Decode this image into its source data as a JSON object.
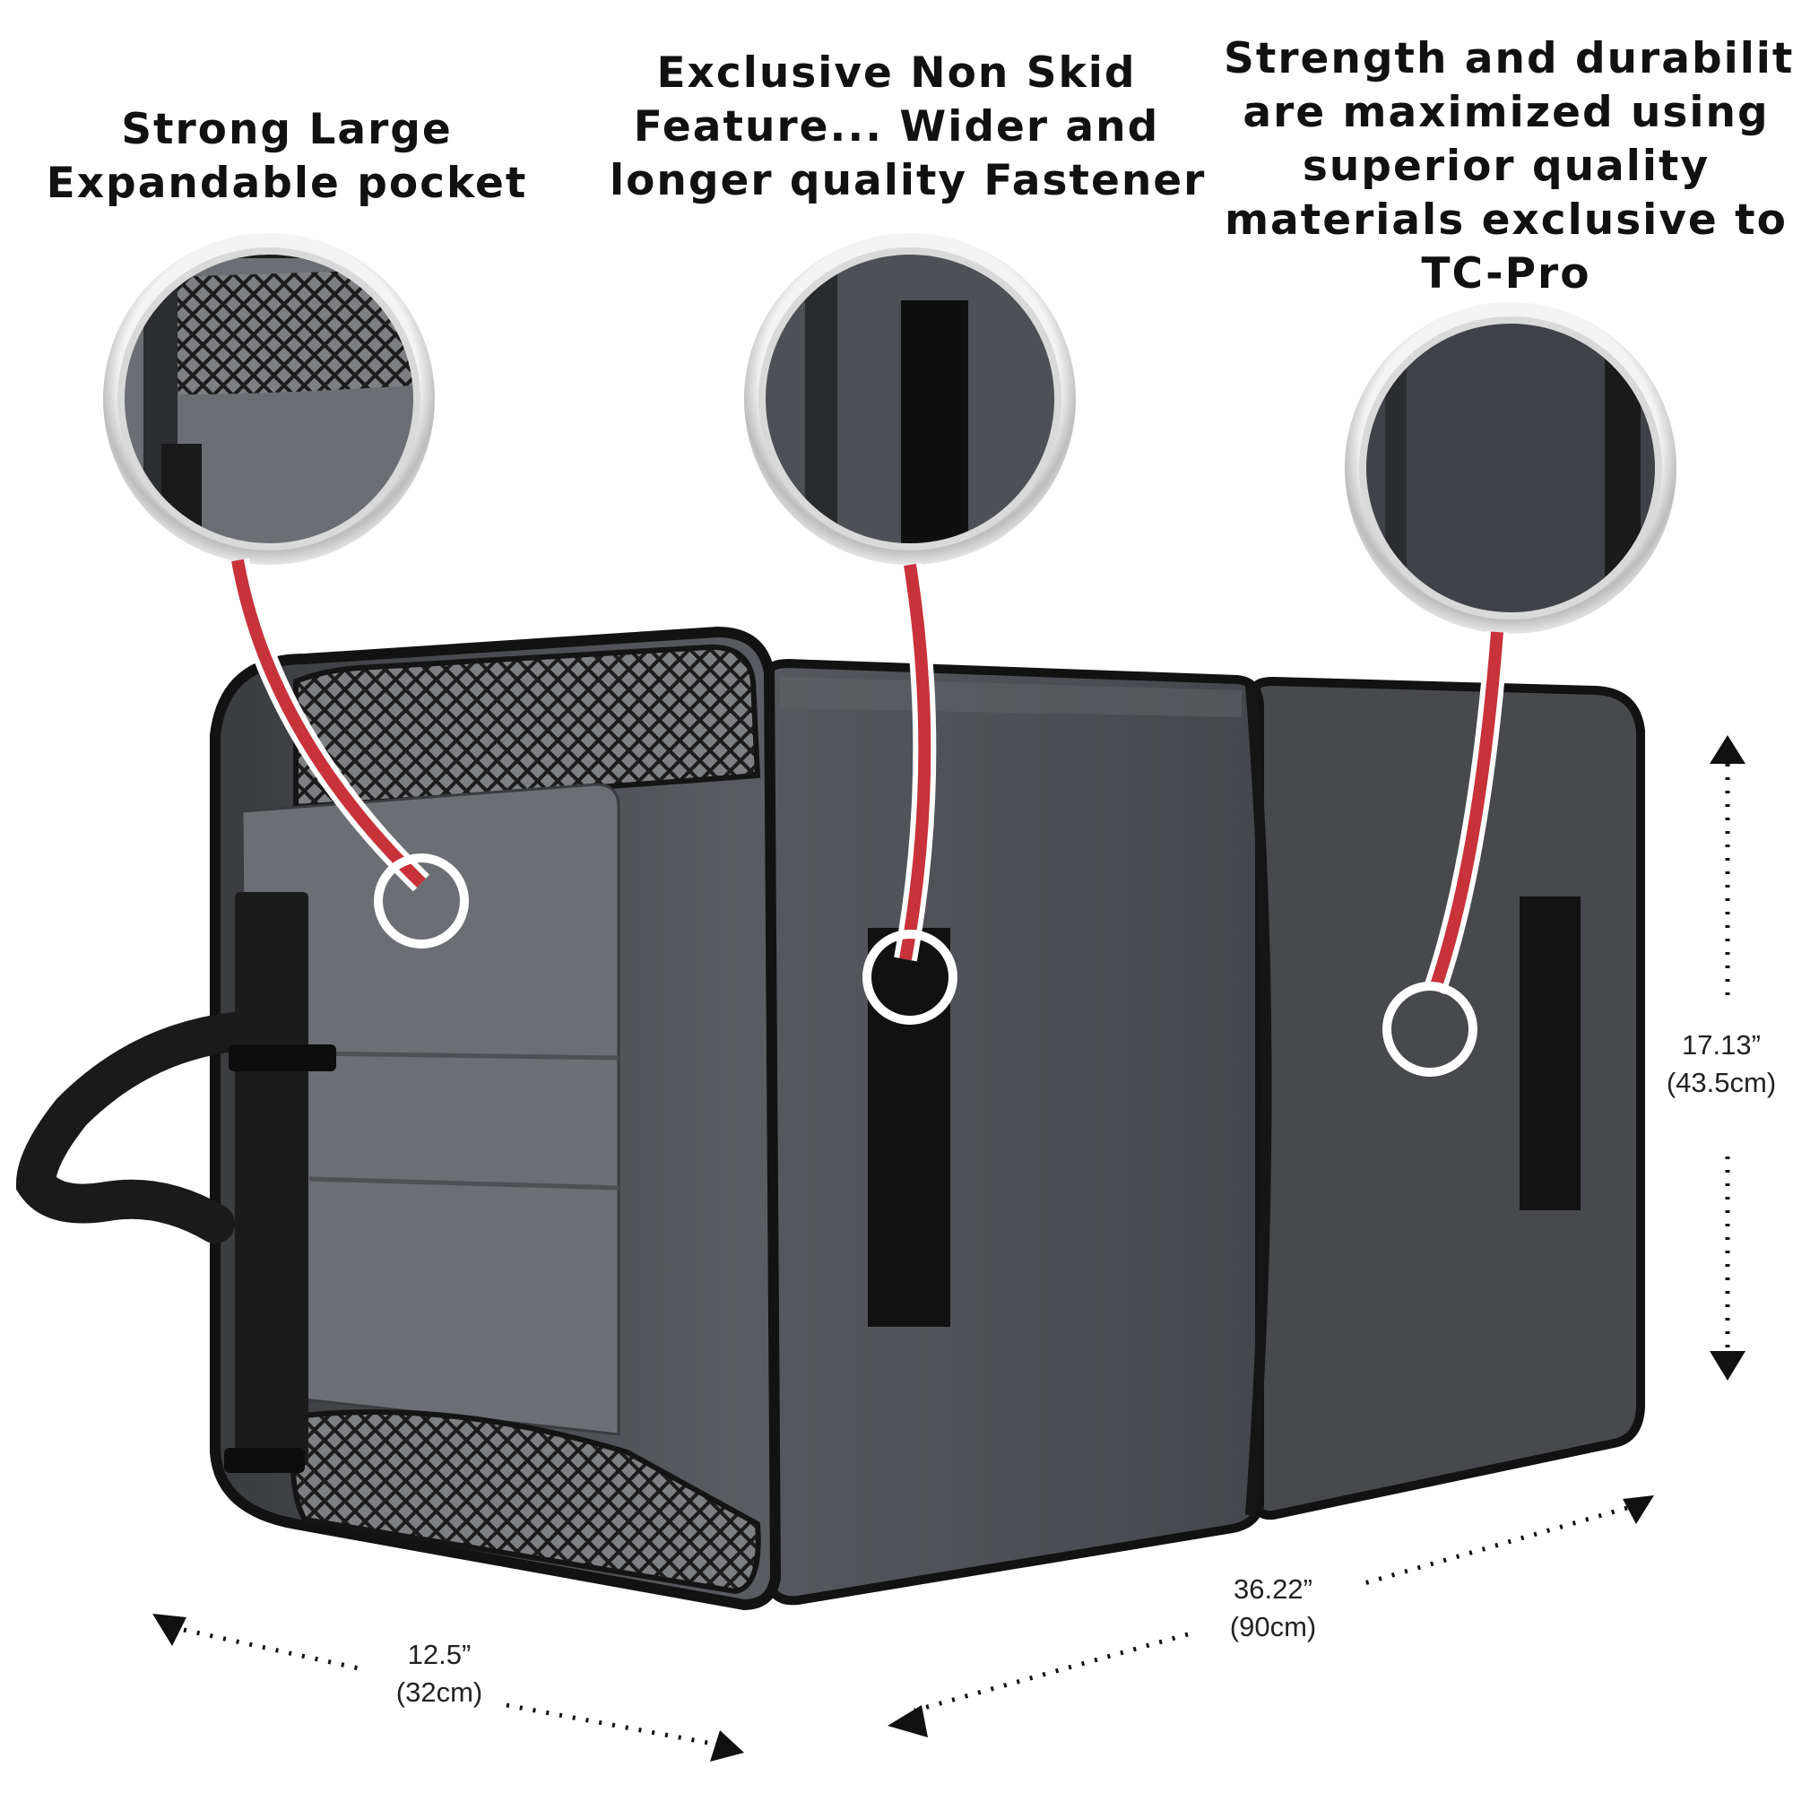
{
  "colors": {
    "background": "#ffffff",
    "bag_body": "#4a4d51",
    "bag_side": "#5f6266",
    "pocket": "#6b6e72",
    "trim": "#141414",
    "accent_red": "#c8323a",
    "text": "#111111"
  },
  "callouts": [
    {
      "id": "pocket",
      "lines": [
        "Strong Large",
        "Expandable pocket"
      ],
      "icon": "mesh-pocket-closeup"
    },
    {
      "id": "fastener",
      "lines": [
        "Exclusive Non Skid",
        "Feature... Wider and",
        "longer quality Fastener"
      ],
      "icon": "velcro-strip-closeup"
    },
    {
      "id": "durability",
      "lines": [
        "Strength and durability",
        "are maximized using",
        "superior quality",
        "materials exclusive to",
        "TC-Pro"
      ],
      "icon": "fabric-seam-closeup"
    }
  ],
  "dimensions": {
    "height": {
      "imperial": "17.13”",
      "metric": "(43.5cm)"
    },
    "length": {
      "imperial": "36.22”",
      "metric": "(90cm)"
    },
    "width": {
      "imperial": "12.5”",
      "metric": "(32cm)"
    }
  }
}
